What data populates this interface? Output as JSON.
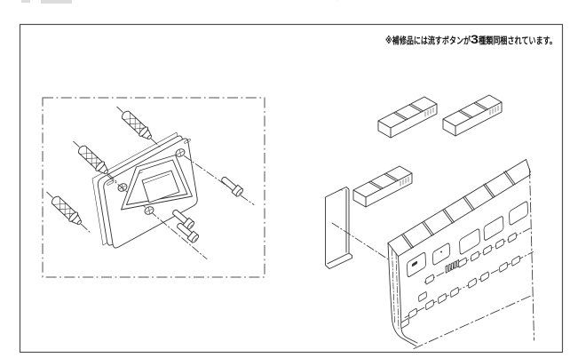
{
  "page": {
    "background": "#ffffff",
    "border_color": "#4f4f4f",
    "line_color": "#333333"
  },
  "note": {
    "prefix": "※補修品には流すボタンが",
    "count": "3",
    "suffix": "種類同梱されています。",
    "full_text": "※補修品には流すボタンが3種類同梱されています。"
  }
}
